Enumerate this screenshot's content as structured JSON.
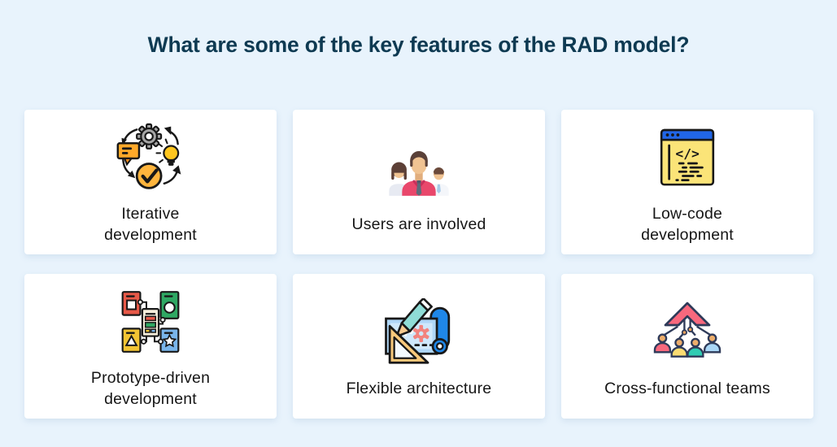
{
  "colors": {
    "background": "#e8f3fc",
    "card_background": "#ffffff",
    "title_text": "#0e3a52",
    "label_text": "#161616",
    "accent_red": "#e85948",
    "accent_green": "#2fa863",
    "accent_yellow": "#f2c433",
    "accent_blue": "#1f87e8",
    "accent_pink": "#f8687d",
    "accent_orange": "#ffb53d"
  },
  "header": {
    "title": "What are some of the key features of the RAD model?"
  },
  "cards": [
    {
      "id": "iterative-development",
      "icon": "iteration-cycle-icon",
      "lines": [
        "Iterative",
        "development"
      ]
    },
    {
      "id": "users-are-involved",
      "icon": "user-group-icon",
      "lines": [
        "Users are involved"
      ]
    },
    {
      "id": "low-code-development",
      "icon": "code-window-icon",
      "lines": [
        "Low-code",
        "development"
      ]
    },
    {
      "id": "prototype-driven-development",
      "icon": "prototype-flowchart-icon",
      "lines": [
        "Prototype-driven",
        "development"
      ]
    },
    {
      "id": "flexible-architecture",
      "icon": "blueprint-tools-icon",
      "lines": [
        "Flexible architecture"
      ]
    },
    {
      "id": "cross-functional-teams",
      "icon": "team-merge-arrow-icon",
      "lines": [
        "Cross-functional teams"
      ]
    }
  ]
}
